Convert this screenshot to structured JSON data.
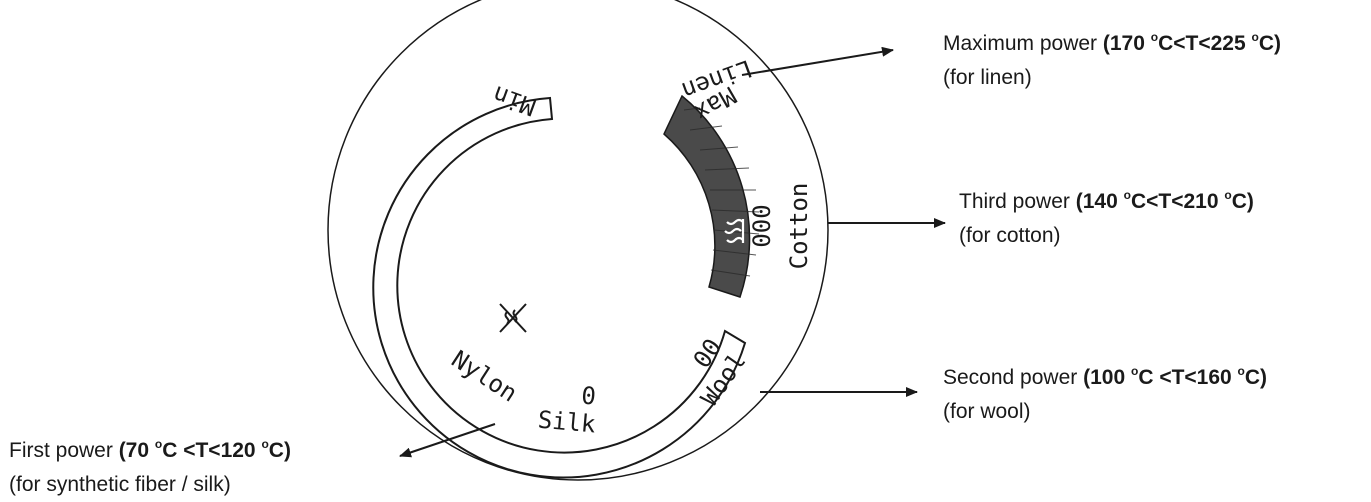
{
  "dial": {
    "min_label": "Min",
    "max_label": "Max",
    "linen_label": "Linen",
    "cotton_label": "Cotton",
    "cotton_dots": "000",
    "wool_label": "Wool",
    "wool_dots": "00",
    "silk_label": "Silk",
    "silk_dot": "0",
    "nylon_label": "Nylon",
    "steam_icon": "steam-icon",
    "no_steam_icon": "no-steam-icon"
  },
  "callouts": {
    "maximum": {
      "name": "Maximum power ",
      "range_pre": "(170 ",
      "range_mid": "C<T<225 ",
      "range_post": "C)",
      "degree": "o",
      "note": "(for linen)"
    },
    "third": {
      "name": "Third power ",
      "range_pre": "(140 ",
      "range_mid": "C<T<210 ",
      "range_post": "C)",
      "degree": "o",
      "note": "(for cotton)"
    },
    "second": {
      "name": "Second power ",
      "range_pre": "(100 ",
      "range_mid": "C <T<160 ",
      "range_post": "C)",
      "degree": "o",
      "note": "(for wool)"
    },
    "first": {
      "name": "First power ",
      "range_pre": "(70 ",
      "range_mid": "C <T<120 ",
      "range_post": "C)",
      "degree": "o",
      "note": "(for synthetic fiber / silk)"
    }
  },
  "colors": {
    "line": "#1a1a1a",
    "shading": "#4a4a4a",
    "background": "#ffffff"
  }
}
